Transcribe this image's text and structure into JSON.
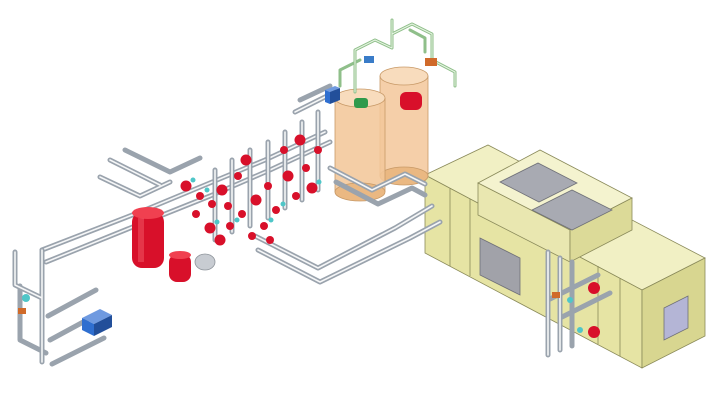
{
  "colors": {
    "pipe": "#9aa3ad",
    "pipe_highlight": "#ffffff",
    "pipe_green": "#8fbf8a",
    "valve_red": "#d8102a",
    "tank_orange": "#f3c79a",
    "unit_yellow": "#e8e6a8",
    "panel_grey": "#9a9aa3",
    "accent_blue": "#2f6fd0",
    "accent_cyan": "#4fc6c8"
  },
  "components": {
    "storage_tanks": 2,
    "expansion_vessels": 2,
    "heat_exchanger": 1,
    "outdoor_unit": 1
  }
}
